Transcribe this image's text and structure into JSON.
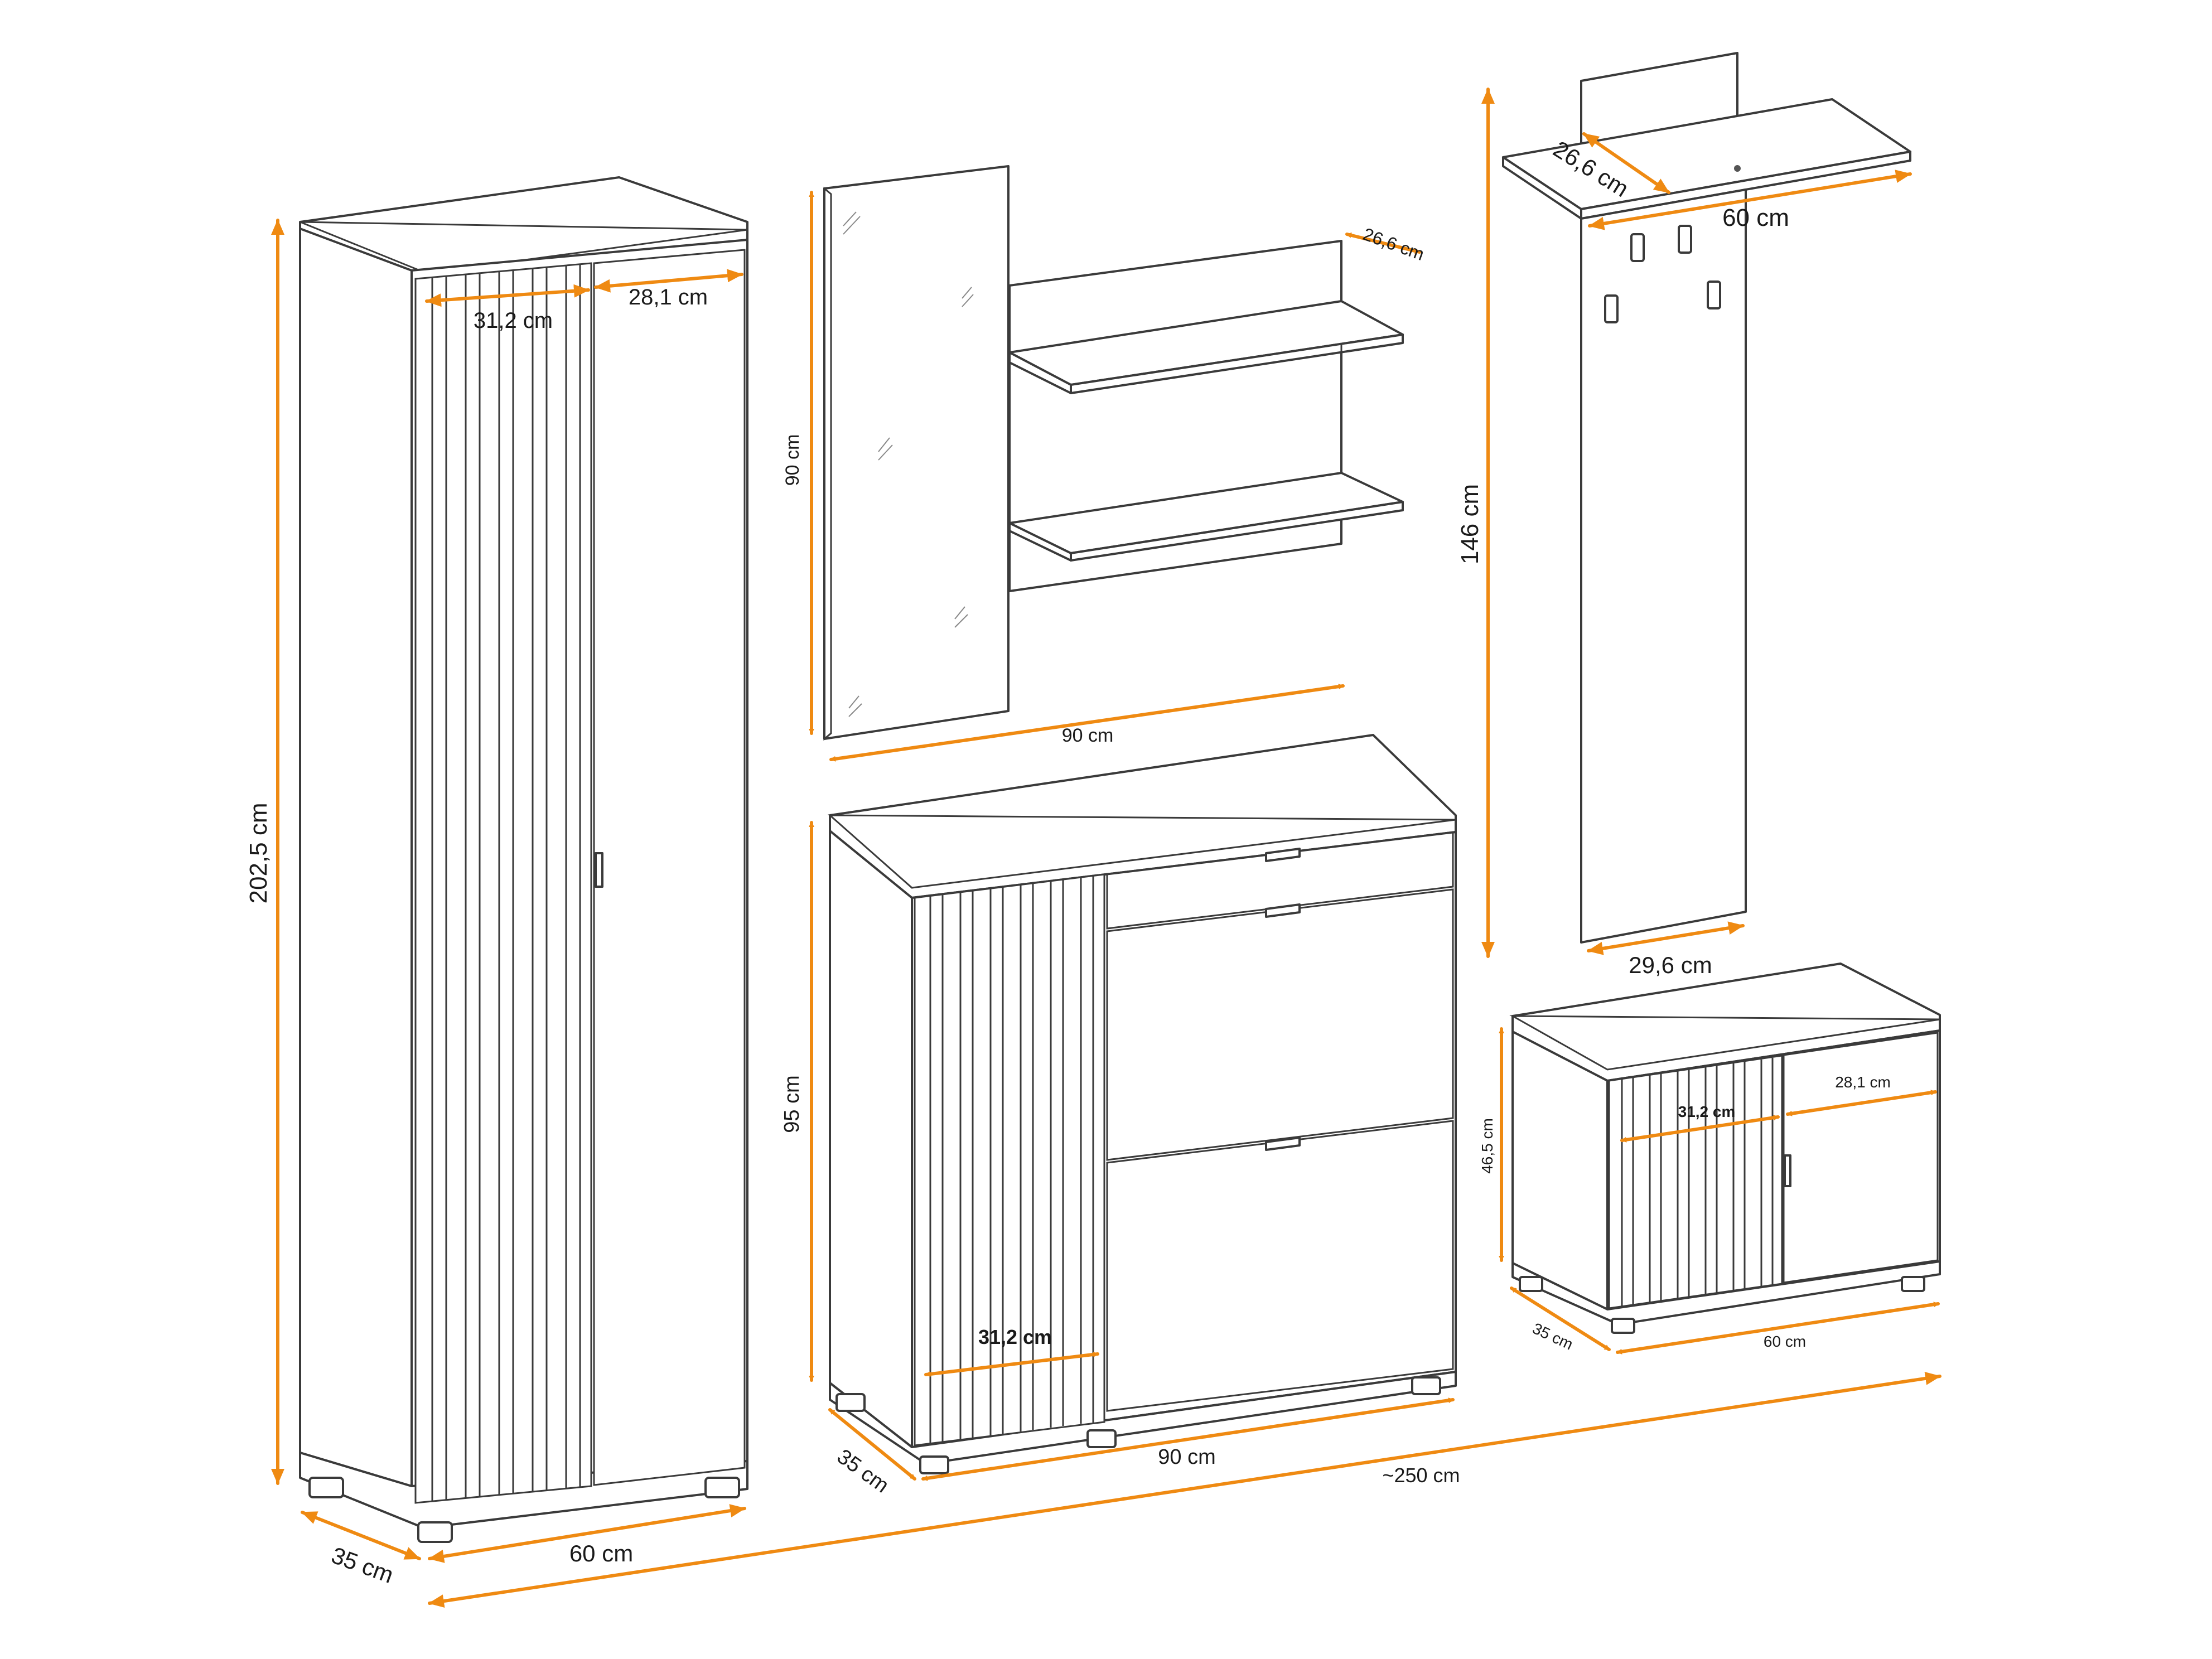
{
  "colors": {
    "dimension_line": "#ef8a12",
    "outline": "#3a3a3a",
    "background": "#ffffff"
  },
  "tall_cabinet": {
    "height": "202,5 cm",
    "lamella_door_width": "31,2 cm",
    "door_width": "28,1 cm",
    "depth": "35 cm",
    "width": "60 cm"
  },
  "mirror_shelf": {
    "mirror_height": "90 cm",
    "shelf_depth": "26,6 cm",
    "width": "90 cm"
  },
  "shoe_cabinet": {
    "height": "95 cm",
    "lamella_door_width": "31,2 cm",
    "depth": "35 cm",
    "width": "90 cm"
  },
  "coat_rack": {
    "height": "146 cm",
    "shelf_depth": "26,6 cm",
    "shelf_width": "60 cm",
    "panel_width": "29,6 cm"
  },
  "bench": {
    "height": "46,5 cm",
    "lamella_door_width": "31,2 cm",
    "door_width": "28,1 cm",
    "depth": "35 cm",
    "width": "60 cm"
  },
  "total_width": "~250 cm"
}
